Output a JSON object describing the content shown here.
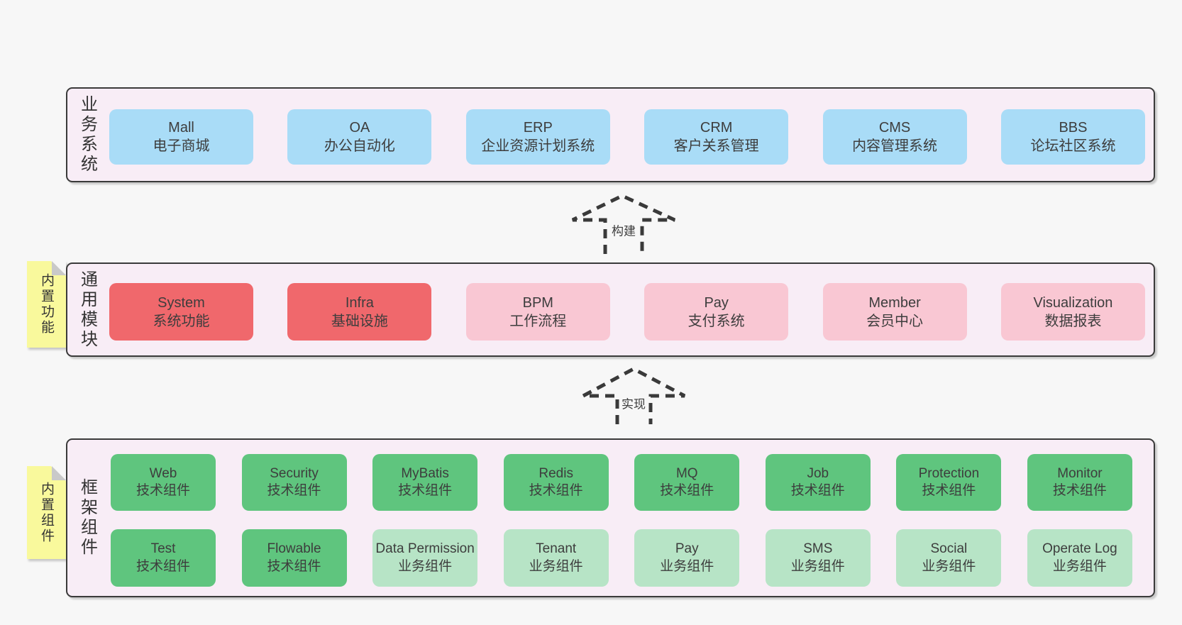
{
  "colors": {
    "background": "#f7f7f7",
    "band_bg": "#f8edf6",
    "band_border": "#3a3a3a",
    "box_text": "#3d3d3d",
    "blue": "#a9dcf7",
    "red": "#f0686c",
    "pink": "#f9c7d3",
    "green": "#5fc57e",
    "light_green": "#b7e4c6",
    "sticky_yellow": "#f9f99c",
    "sticky_fold": "#c9c9c9",
    "arrow": "#3a3a3a"
  },
  "business_band": {
    "label": "业务系统",
    "boxes": [
      {
        "name": "Mall",
        "subtitle": "电子商城",
        "variant": "blue"
      },
      {
        "name": "OA",
        "subtitle": "办公自动化",
        "variant": "blue"
      },
      {
        "name": "ERP",
        "subtitle": "企业资源计划系统",
        "variant": "blue"
      },
      {
        "name": "CRM",
        "subtitle": "客户关系管理",
        "variant": "blue"
      },
      {
        "name": "CMS",
        "subtitle": "内容管理系统",
        "variant": "blue"
      },
      {
        "name": "BBS",
        "subtitle": "论坛社区系统",
        "variant": "blue"
      }
    ]
  },
  "modules_band": {
    "label": "通用模块",
    "sticky": "内置功能",
    "boxes": [
      {
        "name": "System",
        "subtitle": "系统功能",
        "variant": "red"
      },
      {
        "name": "Infra",
        "subtitle": "基础设施",
        "variant": "red"
      },
      {
        "name": "BPM",
        "subtitle": "工作流程",
        "variant": "pink"
      },
      {
        "name": "Pay",
        "subtitle": "支付系统",
        "variant": "pink"
      },
      {
        "name": "Member",
        "subtitle": "会员中心",
        "variant": "pink"
      },
      {
        "name": "Visualization",
        "subtitle": "数据报表",
        "variant": "pink"
      }
    ]
  },
  "components_band": {
    "label": "框架组件",
    "sticky": "内置组件",
    "row1": [
      {
        "name": "Web",
        "subtitle": "技术组件",
        "variant": "green"
      },
      {
        "name": "Security",
        "subtitle": "技术组件",
        "variant": "green"
      },
      {
        "name": "MyBatis",
        "subtitle": "技术组件",
        "variant": "green"
      },
      {
        "name": "Redis",
        "subtitle": "技术组件",
        "variant": "green"
      },
      {
        "name": "MQ",
        "subtitle": "技术组件",
        "variant": "green"
      },
      {
        "name": "Job",
        "subtitle": "技术组件",
        "variant": "green"
      },
      {
        "name": "Protection",
        "subtitle": "技术组件",
        "variant": "green"
      },
      {
        "name": "Monitor",
        "subtitle": "技术组件",
        "variant": "green"
      }
    ],
    "row2": [
      {
        "name": "Test",
        "subtitle": "技术组件",
        "variant": "green"
      },
      {
        "name": "Flowable",
        "subtitle": "技术组件",
        "variant": "green"
      },
      {
        "name": "Data Permission",
        "subtitle": "业务组件",
        "variant": "lightgreen"
      },
      {
        "name": "Tenant",
        "subtitle": "业务组件",
        "variant": "lightgreen"
      },
      {
        "name": "Pay",
        "subtitle": "业务组件",
        "variant": "lightgreen"
      },
      {
        "name": "SMS",
        "subtitle": "业务组件",
        "variant": "lightgreen"
      },
      {
        "name": "Social",
        "subtitle": "业务组件",
        "variant": "lightgreen"
      },
      {
        "name": "Operate Log",
        "subtitle": "业务组件",
        "variant": "lightgreen"
      }
    ]
  },
  "arrows": {
    "build": "构建",
    "implement": "实现"
  }
}
